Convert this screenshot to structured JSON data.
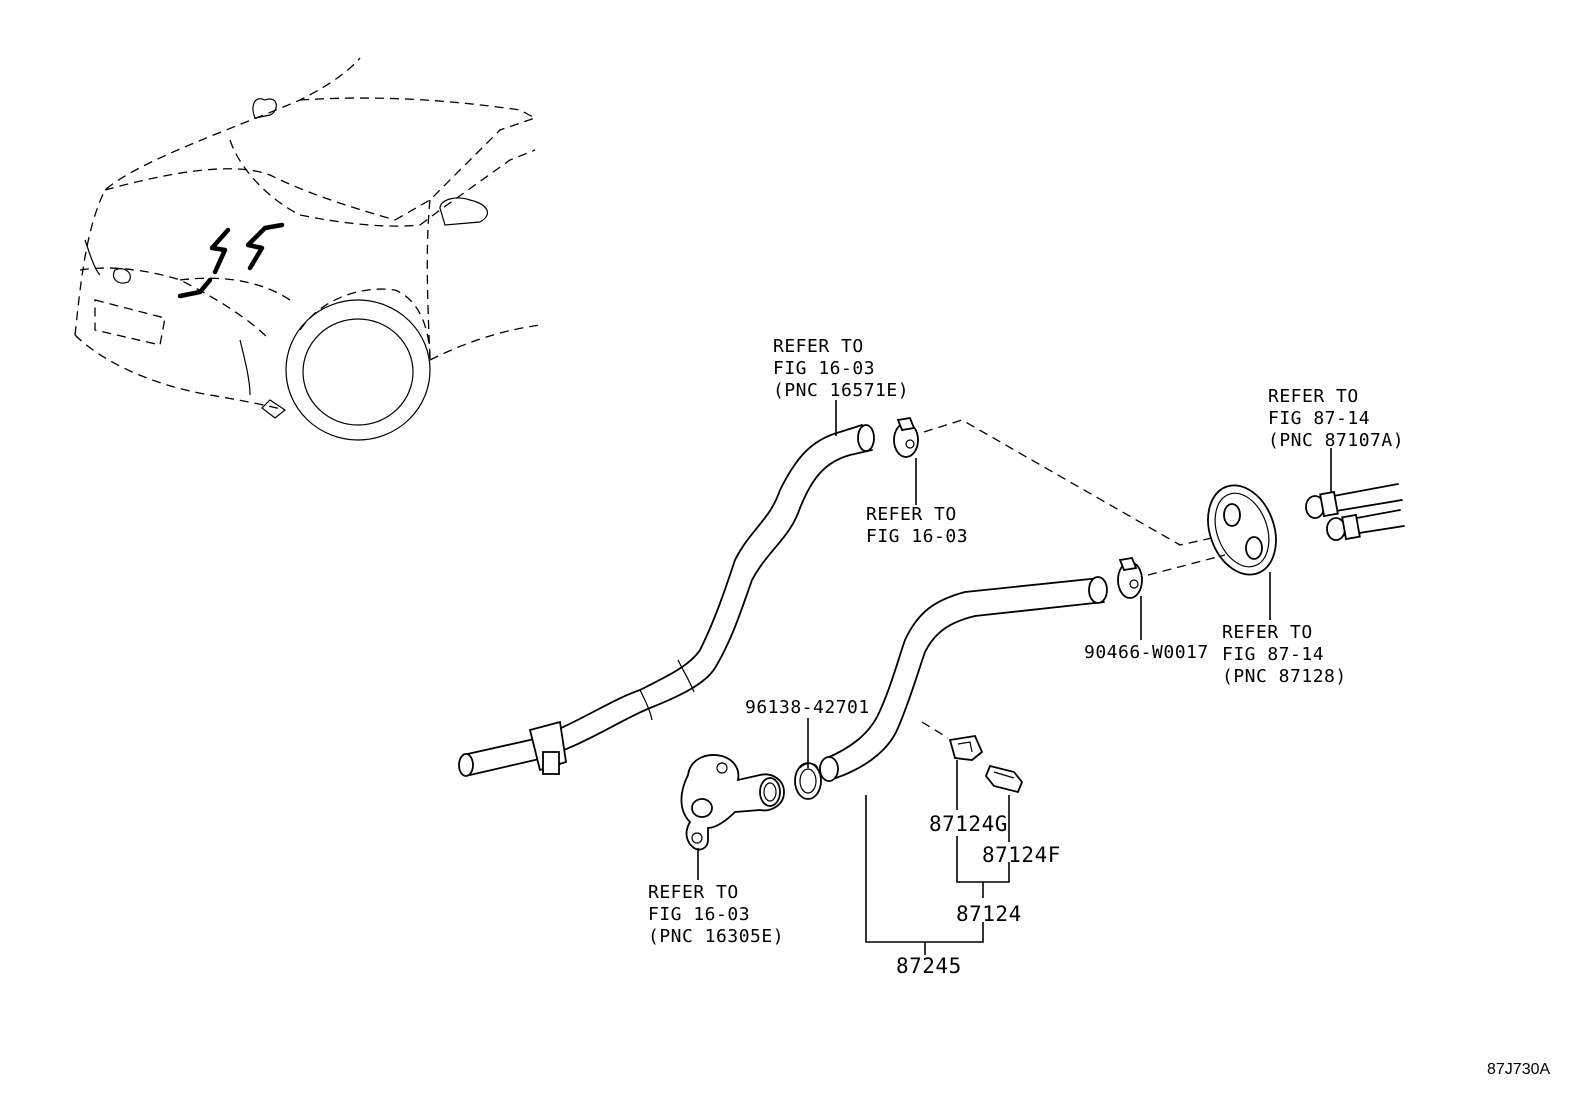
{
  "figure_code": "87J730A",
  "callouts": {
    "refer_16571e": [
      "REFER TO",
      "FIG 16-03",
      "(PNC 16571E)"
    ],
    "refer_16_03_clamp": [
      "REFER TO",
      "FIG 16-03"
    ],
    "refer_87107a": [
      "REFER TO",
      "FIG 87-14",
      "(PNC 87107A)"
    ],
    "refer_87128": [
      "REFER TO",
      "FIG 87-14",
      "(PNC 87128)"
    ],
    "refer_16305e": [
      "REFER TO",
      "FIG 16-03",
      "(PNC 16305E)"
    ]
  },
  "parts": {
    "clamp_right": "90466-W0017",
    "clamp_center": "96138-42701",
    "clip_g": "87124G",
    "clip_f": "87124F",
    "clip_set": "87124",
    "hose_assy": "87245"
  }
}
